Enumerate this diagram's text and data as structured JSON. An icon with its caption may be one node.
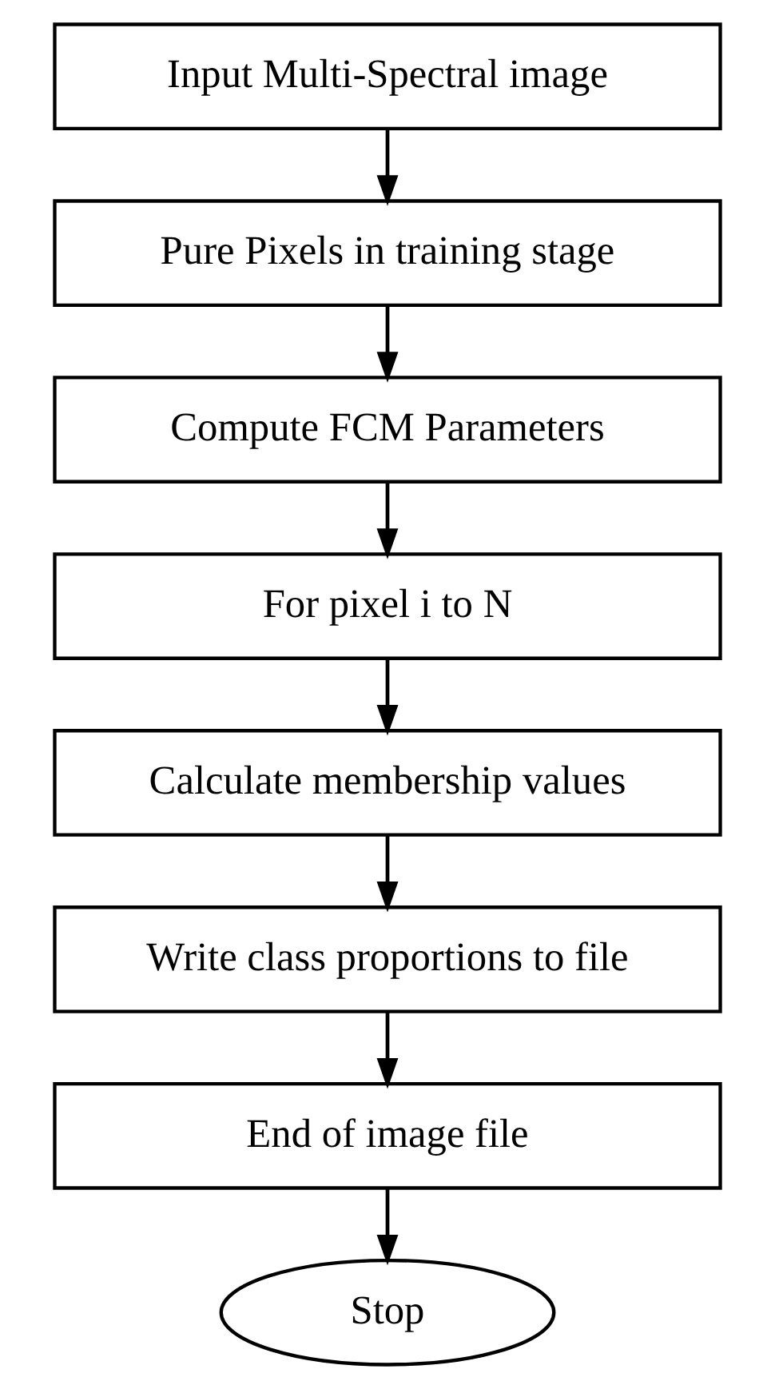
{
  "diagram": {
    "nodes": [
      {
        "text": [
          "Input Multi-Spectral image"
        ]
      },
      {
        "text": [
          "Pure Pixels in training stage"
        ]
      },
      {
        "text": [
          "Compute FCM Parameters"
        ]
      },
      {
        "text": [
          "For pixel i to N"
        ]
      },
      {
        "text": [
          "Calculate membership values"
        ]
      },
      {
        "text": [
          "Write class proportions to file"
        ]
      },
      {
        "text": [
          "End of image file"
        ]
      },
      {
        "text": [
          "Stop"
        ]
      }
    ],
    "edges": [
      {
        "from": 0,
        "to": 1,
        "arrow": "to"
      },
      {
        "from": 1,
        "to": 2,
        "arrow": "to"
      },
      {
        "from": 2,
        "to": 3,
        "arrow": "to"
      },
      {
        "from": 3,
        "to": 4,
        "arrow": "to"
      },
      {
        "from": 4,
        "to": 5,
        "arrow": "to"
      },
      {
        "from": 5,
        "to": 6,
        "arrow": "to"
      },
      {
        "from": 6,
        "to": 7,
        "arrow": "to"
      }
    ]
  }
}
